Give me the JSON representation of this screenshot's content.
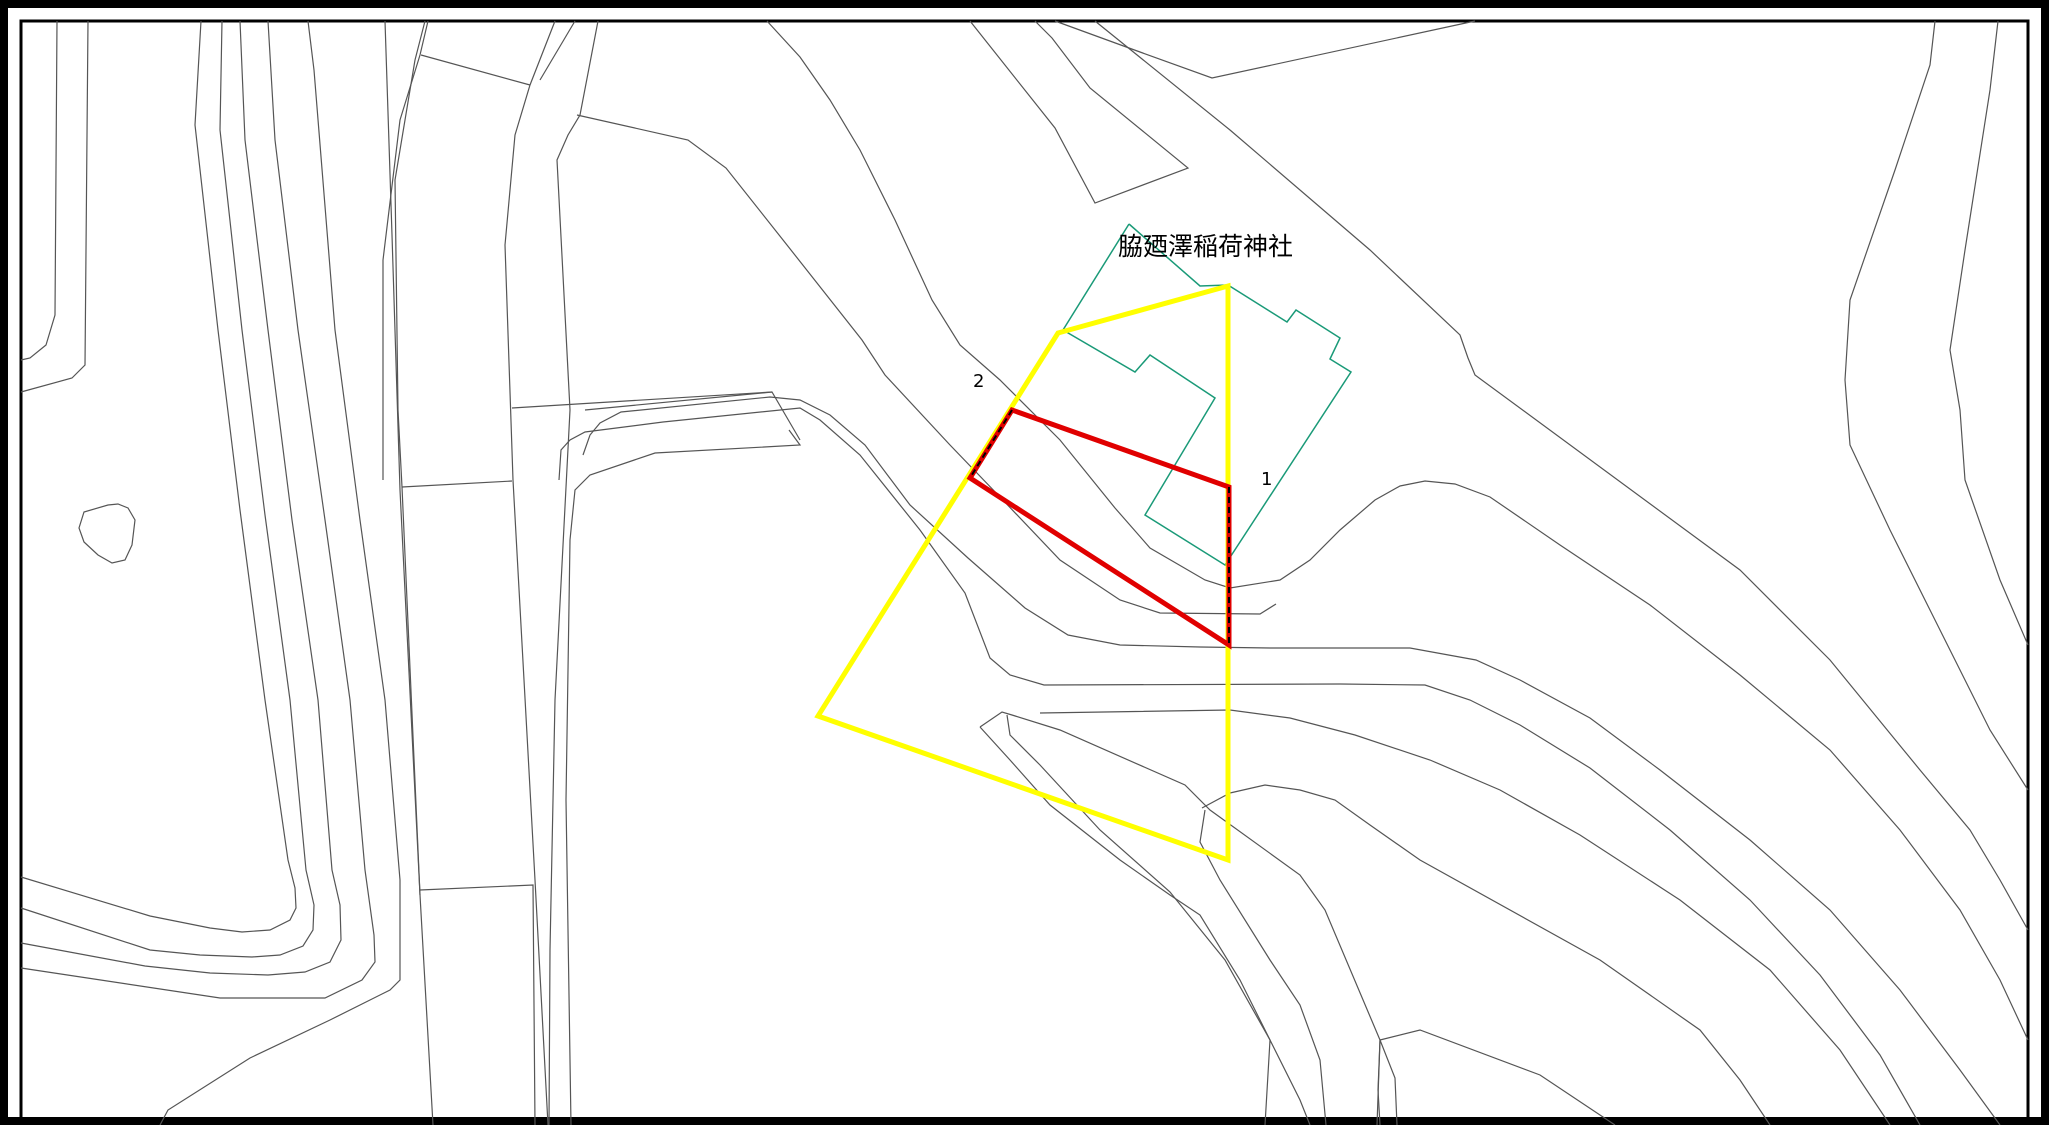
{
  "map": {
    "place_name": "脇廼澤稲荷神社",
    "point_labels": [
      "1",
      "2"
    ],
    "colors": {
      "boundary_yellow": "#ffff00",
      "boundary_red": "#e00000",
      "building_outline": "#1a9a78",
      "contour_lines": "#555555",
      "frame": "#000000"
    }
  }
}
